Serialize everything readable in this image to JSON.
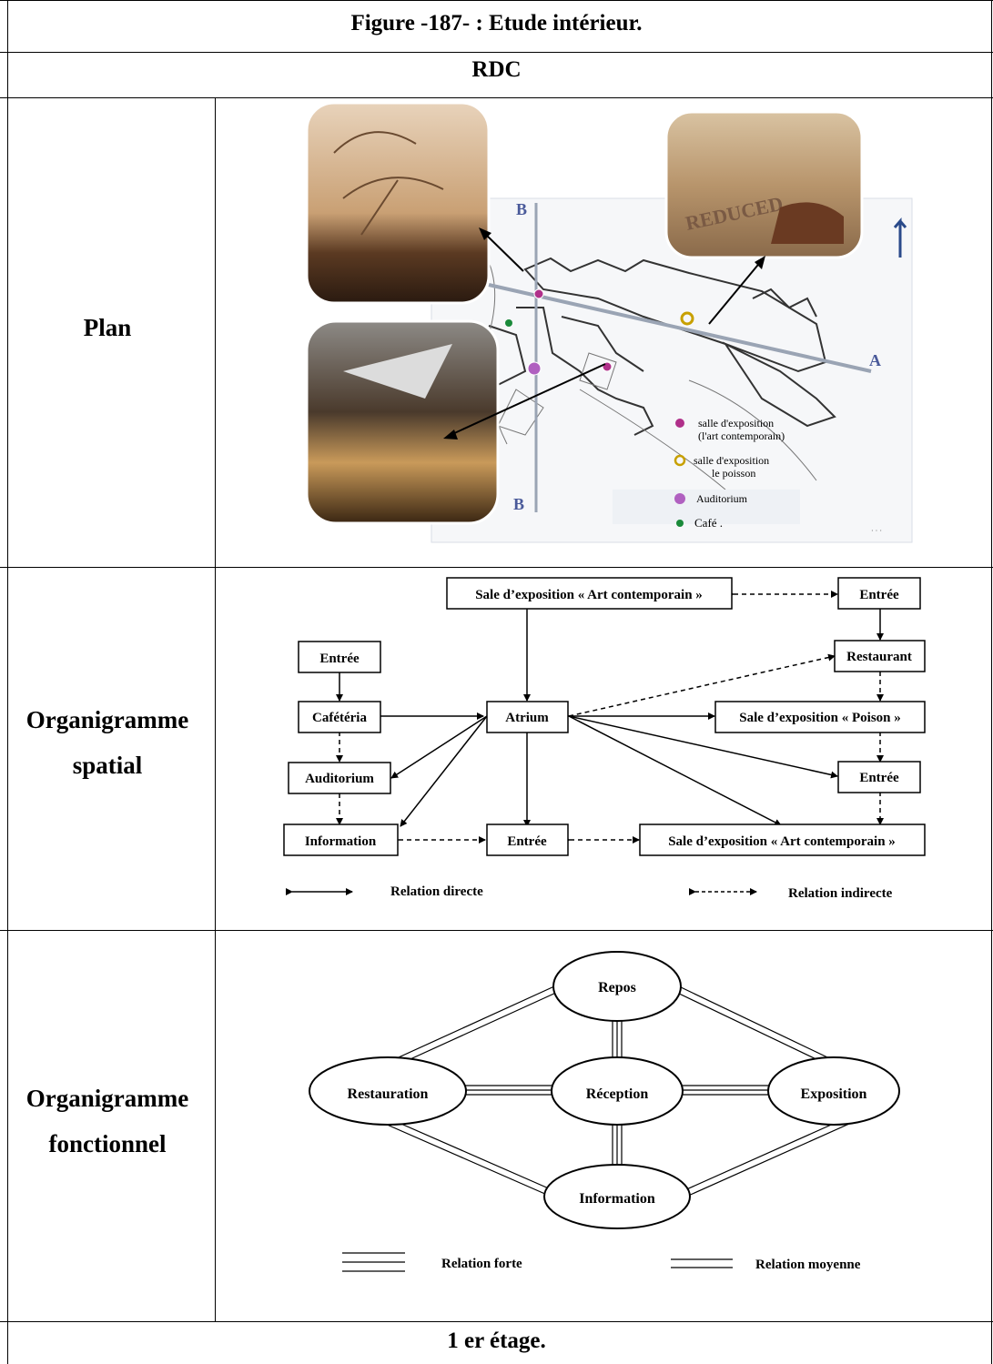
{
  "figure_title": "Figure -187- : Etude intérieur.",
  "level_rdc": "RDC",
  "level_etage": "1 er étage.",
  "rows": {
    "plan": "Plan",
    "spatial": [
      "Organigramme",
      "spatial"
    ],
    "fonctionnel": [
      "Organigramme",
      "fonctionnel"
    ]
  },
  "plan": {
    "section_letters": [
      "B",
      "B",
      "A"
    ],
    "photo_sign_text": "REDUCED",
    "legend": {
      "items": [
        {
          "label": "salle d'exposition\n(l'art contemporain)",
          "color": "#b0308a"
        },
        {
          "label": "salle d'exposition\nle poisson",
          "color": "#c8a000"
        },
        {
          "label": "Auditorium",
          "color": "#b060c0"
        },
        {
          "label": "Café .",
          "color": "#1a8a3a"
        }
      ]
    }
  },
  "spatial": {
    "nodes": {
      "expo_top": "Sale d’exposition « Art contemporain »",
      "entree_tr": "Entrée",
      "restaurant": "Restaurant",
      "entree_l": "Entrée",
      "cafeteria": "Cafétéria",
      "atrium": "Atrium",
      "expo_poison": "Sale d’exposition « Poison »",
      "auditorium": "Auditorium",
      "entree_r": "Entrée",
      "information": "Information",
      "entree_b": "Entrée",
      "expo_bottom": "Sale d’exposition « Art contemporain »"
    },
    "legend_direct": "Relation directe",
    "legend_indirect": "Relation indirecte"
  },
  "fonctionnel": {
    "nodes": {
      "repos": "Repos",
      "restauration": "Restauration",
      "reception": "Réception",
      "exposition": "Exposition",
      "information": "Information"
    },
    "legend_forte": "Relation forte",
    "legend_moyenne": "Relation moyenne"
  }
}
